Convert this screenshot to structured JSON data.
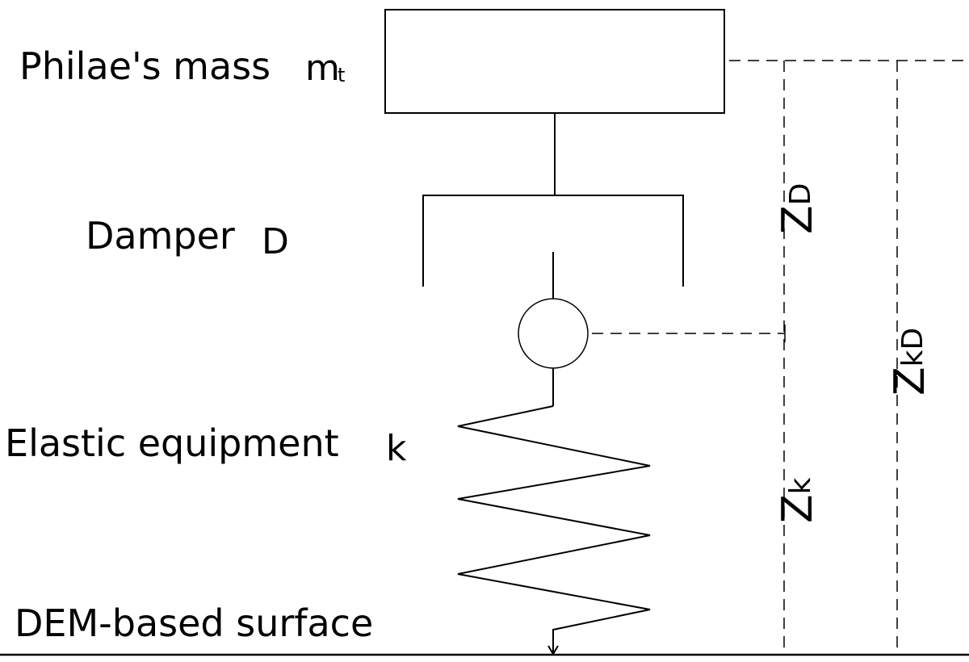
{
  "labels": {
    "mass": "Philae's mass",
    "mass_symbol": "m",
    "mass_subscript": "t",
    "damper": "Damper",
    "damper_symbol": "D",
    "elastic": "Elastic equipment",
    "elastic_symbol": "k",
    "surface": "DEM-based surface"
  },
  "dimensions": {
    "zd_main": "Z",
    "zd_sub": "D",
    "zk_main": "Z",
    "zk_sub": "k",
    "zkd_main": "Z",
    "zkd_sub": "kD"
  },
  "colors": {
    "stroke": "#000000",
    "background": "#ffffff"
  }
}
